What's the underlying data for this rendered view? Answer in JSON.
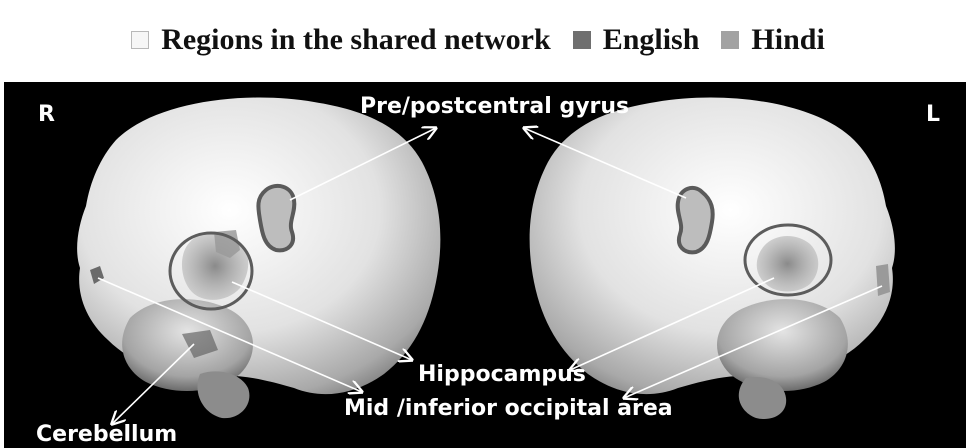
{
  "legend": {
    "shared": "Regions in the shared network",
    "english": "English",
    "hindi": "Hindi"
  },
  "panel": {
    "left_side": "R",
    "right_side": "L",
    "labels": {
      "precentral": "Pre/postcentral gyrus",
      "hippocampus": "Hippocampus",
      "occipital": "Mid /inferior occipital area",
      "cerebellum": "Cerebellum"
    }
  },
  "colors": {
    "shared": "#f6f6f6",
    "english": "#6f6f6f",
    "hindi": "#a2a2a2",
    "background": "#000000"
  }
}
